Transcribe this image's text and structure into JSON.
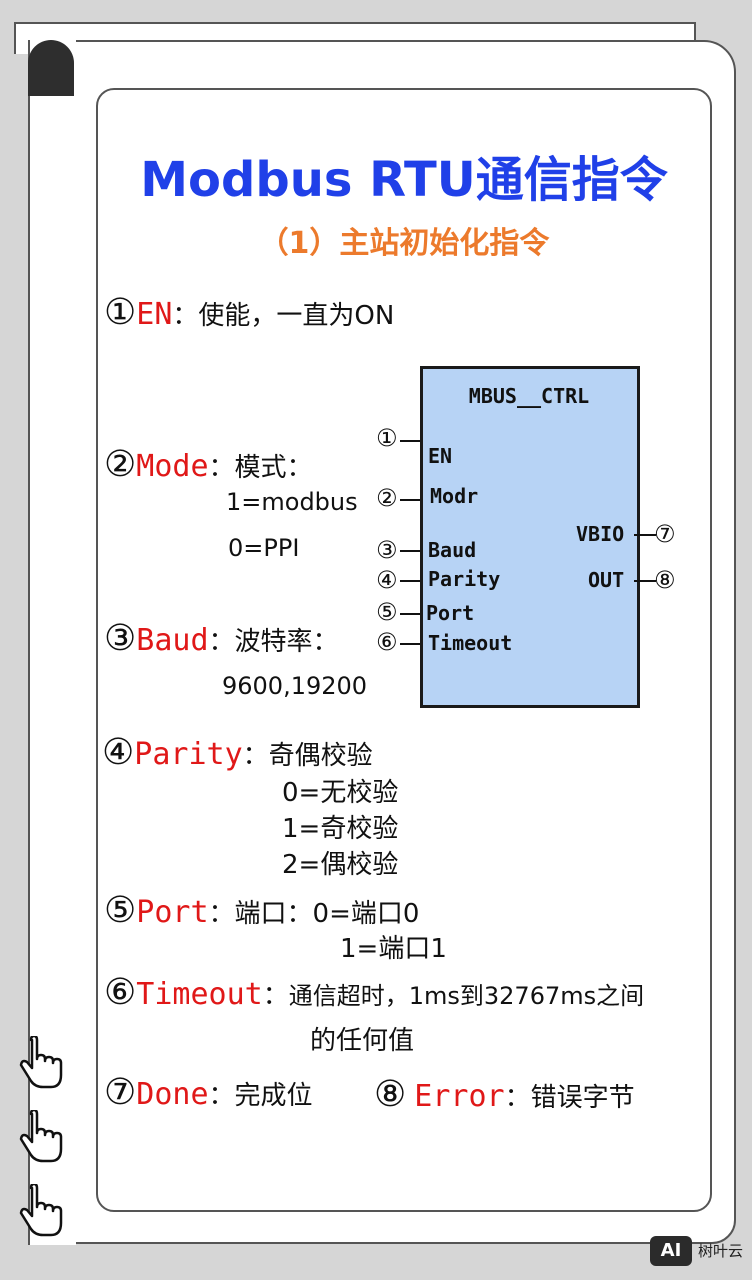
{
  "header": {
    "title": "Modbus RTU通信指令",
    "subtitle": "（1）主站初始化指令"
  },
  "items": [
    {
      "num": "①",
      "key": "EN",
      "sep": "：",
      "desc": "使能，一直为ON"
    },
    {
      "num": "②",
      "key": "Mode",
      "sep": "：",
      "desc": "模式：",
      "sub": [
        "1=modbus",
        "0=PPI"
      ]
    },
    {
      "num": "③",
      "key": "Baud",
      "sep": "：",
      "desc": "波特率：",
      "sub": [
        "9600,19200"
      ]
    },
    {
      "num": "④",
      "key": "Parity",
      "sep": "：",
      "desc": "奇偶校验",
      "sub": [
        "0=无校验",
        "1=奇校验",
        "2=偶校验"
      ]
    },
    {
      "num": "⑤",
      "key": "Port",
      "sep": "：",
      "desc": "端口：0=端口0",
      "sub": [
        "1=端口1"
      ]
    },
    {
      "num": "⑥",
      "key": "Timeout",
      "sep": "：",
      "desc": "通信超时，1ms到32767ms之间",
      "sub": [
        "的任何值"
      ]
    },
    {
      "num": "⑦",
      "key": "Done",
      "sep": "：",
      "desc": "完成位"
    },
    {
      "num": "⑧",
      "key": "Error",
      "sep": "：",
      "desc": "错误字节"
    }
  ],
  "block": {
    "title": "MBUS__CTRL",
    "inputs": [
      {
        "num": "①",
        "label": "EN"
      },
      {
        "num": "②",
        "label": "Modr"
      },
      {
        "num": "③",
        "label": "Baud"
      },
      {
        "num": "④",
        "label": "Parity"
      },
      {
        "num": "⑤",
        "label": "Port"
      },
      {
        "num": "⑥",
        "label": "Timeout"
      }
    ],
    "outputs": [
      {
        "num": "⑦",
        "label": "VBIO"
      },
      {
        "num": "⑧",
        "label": "OUT"
      }
    ]
  },
  "watermark": {
    "logo": "AI",
    "text": "树叶云"
  },
  "colors": {
    "title": "#2040e8",
    "subtitle": "#ec7a2c",
    "key": "#e01818",
    "block_fill": "#b7d3f5"
  }
}
